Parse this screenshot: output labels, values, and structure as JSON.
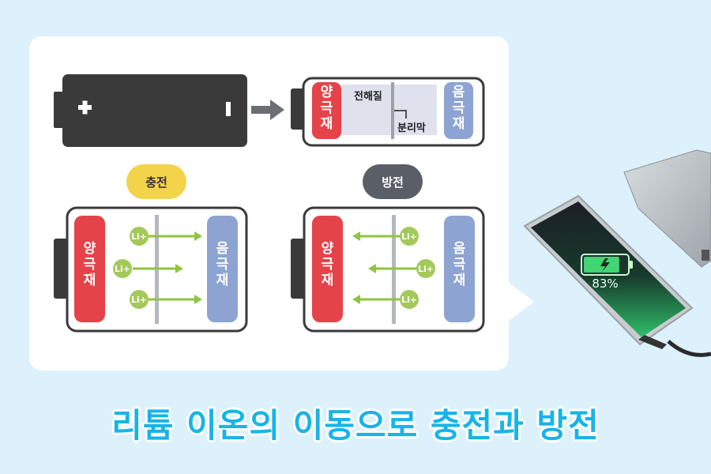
{
  "colors": {
    "background": "#dcf1fb",
    "cathode": "#e5434a",
    "anode": "#8da4d2",
    "ion": "#a4c95a",
    "arrow": "#8ec541",
    "charge_pill": "#f3d34a",
    "discharge_pill": "#5a5e66",
    "caption": "#17b4e8",
    "battery_body": "#3a3a3a"
  },
  "top_battery": {
    "plus_symbol": "+",
    "minus_symbol": "-"
  },
  "cell_diagram": {
    "cathode_label": "양\n극\n재",
    "anode_label": "음\n극\n재",
    "electrolyte_label": "전해질",
    "separator_label": "분리막"
  },
  "charge": {
    "title": "충전",
    "cathode_label": "양\n극\n재",
    "anode_label": "음\n극\n재",
    "ion_label": "Li+",
    "ions": [
      "Li+",
      "Li+",
      "Li+"
    ],
    "direction": "cathode-to-anode"
  },
  "discharge": {
    "title": "방전",
    "cathode_label": "양\n극\n재",
    "anode_label": "음\n극\n재",
    "ion_label": "Li+",
    "ions": [
      "Li+",
      "Li+",
      "Li+"
    ],
    "direction": "anode-to-cathode"
  },
  "phone": {
    "battery_percent": "83%",
    "battery_level": 0.83
  },
  "caption": "리튬 이온의 이동으로 충전과 방전"
}
